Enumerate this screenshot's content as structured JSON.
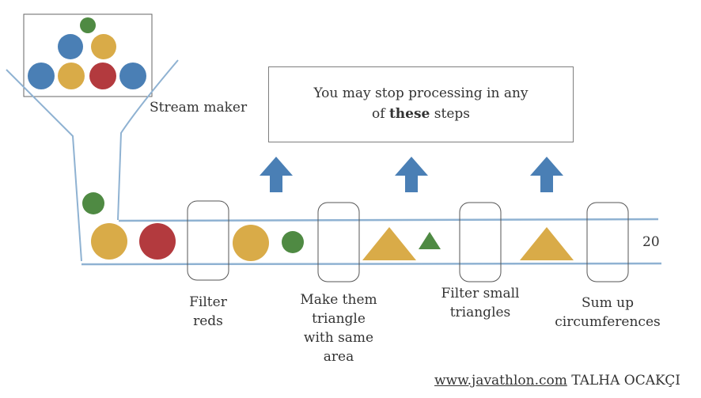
{
  "callout": {
    "line1": "You may stop processing in any",
    "line2_prefix": "of",
    "line2_bold": "these",
    "line2_suffix": "steps"
  },
  "labels": {
    "stream_maker": "Stream maker",
    "step1_line1": "Filter",
    "step1_line2": "reds",
    "step2_line1": "Make them",
    "step2_line2": "triangle",
    "step2_line3": "with same",
    "step2_line4": "area",
    "step3_line1": "Filter small",
    "step3_line2": "triangles",
    "step4_line1": "Sum up",
    "step4_line2": "circumferences",
    "result": "20"
  },
  "credit": {
    "url": "www.javathlon.com",
    "author": "TALHA OCAKÇI"
  },
  "colors": {
    "blue": "#4a7fb5",
    "yellow": "#d9ab48",
    "red": "#b33a3e",
    "green": "#4f8a43",
    "arrow": "#4a7fb5",
    "rail": "#8fb2d2",
    "box": "#555555"
  }
}
